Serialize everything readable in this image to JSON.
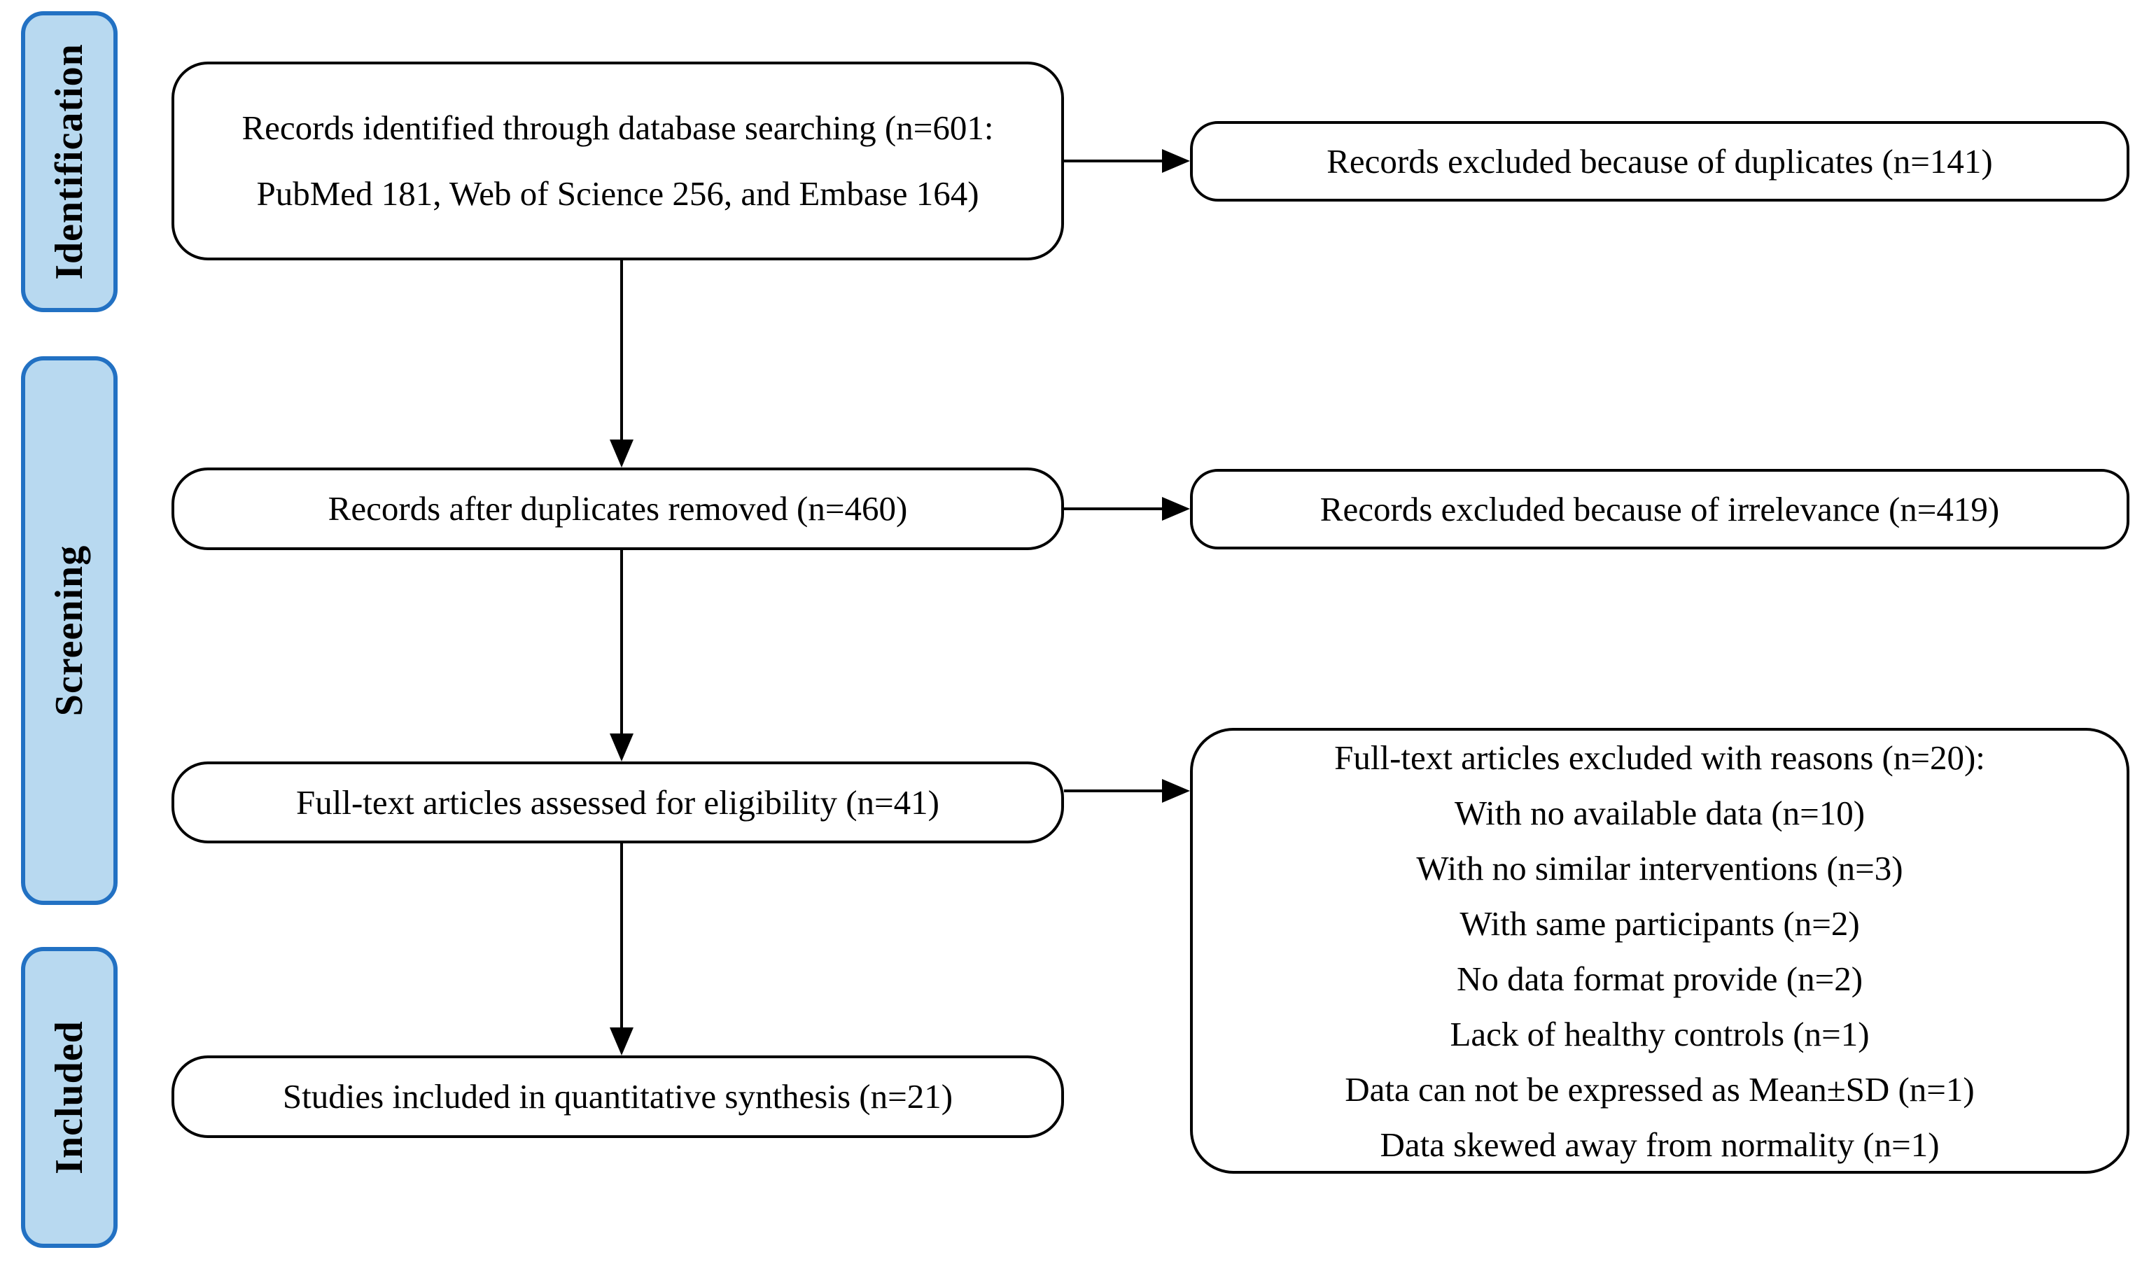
{
  "stage_labels": {
    "identification": "Identification",
    "screening": "Screening",
    "included": "Included"
  },
  "boxes": {
    "records_identified": "Records identified through database searching (n=601: PubMed 181, Web of Science 256, and Embase 164)",
    "excluded_duplicates": "Records excluded because of duplicates (n=141)",
    "after_duplicates_removed": "Records after duplicates removed (n=460)",
    "excluded_irrelevance": "Records excluded because of irrelevance (n=419)",
    "fulltext_assessed": "Full-text articles assessed for eligibility (n=41)",
    "fulltext_excluded": {
      "heading": "Full-text articles excluded with reasons (n=20):",
      "reasons": [
        "With no available data (n=10)",
        "With no similar interventions (n=3)",
        "With same participants (n=2)",
        "No data format provide (n=2)",
        "Lack of healthy controls (n=1)",
        "Data can not be expressed as Mean±SD (n=1)",
        "Data skewed away from normality (n=1)"
      ]
    },
    "included_quantitative": "Studies included in quantitative synthesis (n=21)"
  },
  "colors": {
    "stage_fill": "#B8D9F0",
    "stage_border": "#2271C3",
    "box_fill": "#FFFFFF",
    "box_border": "#000000",
    "arrow": "#000000"
  }
}
